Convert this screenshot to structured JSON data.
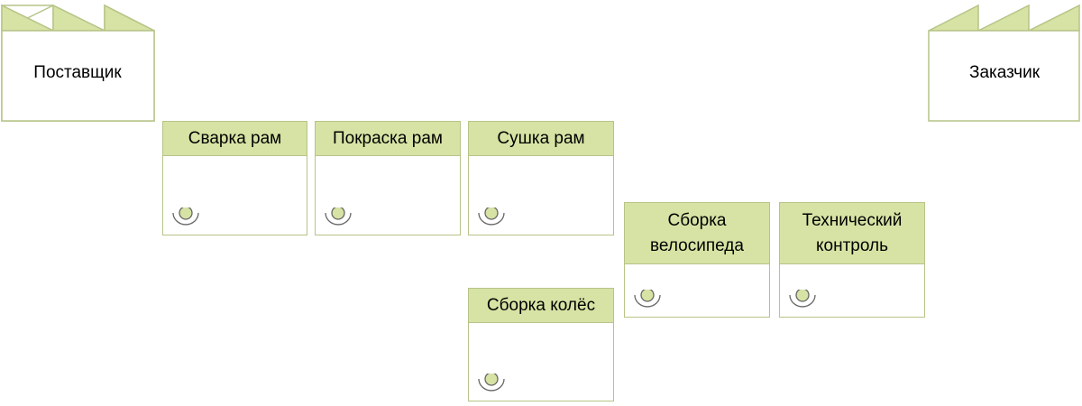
{
  "diagram": {
    "supplier": {
      "label": "Поставщик"
    },
    "customer": {
      "label": "Заказчик"
    },
    "processes": [
      {
        "id": "welding",
        "label": "Сварка рам"
      },
      {
        "id": "painting",
        "label": "Покраска рам"
      },
      {
        "id": "drying",
        "label": "Сушка рам"
      },
      {
        "id": "wheel_assembly",
        "label": "Сборка колёс"
      },
      {
        "id": "bike_assembly",
        "label": "Сборка велосипеда"
      },
      {
        "id": "quality_control",
        "label": "Технический контроль"
      }
    ],
    "icons": {
      "factory": "factory-icon",
      "operator": "operator-icon"
    },
    "colors": {
      "process_header_fill": "#d6e3a4",
      "border": "#b6c488",
      "factory_fill": "#ffffff",
      "operator_fill": "#d6e3a4"
    }
  }
}
